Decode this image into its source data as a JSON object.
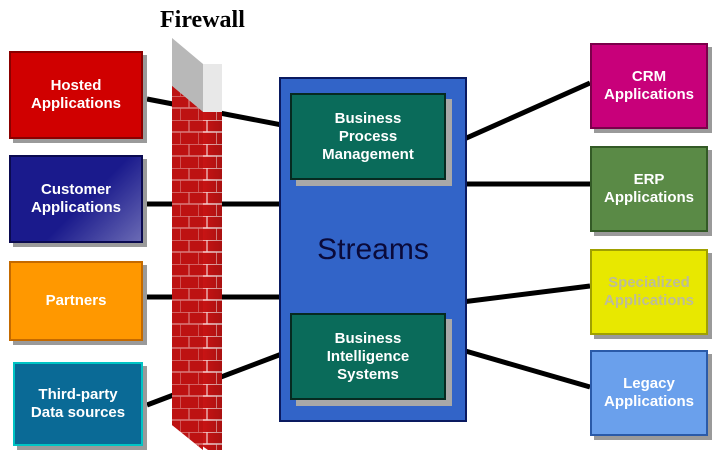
{
  "title": "Firewall",
  "hub": {
    "label": "Streams",
    "modules": [
      "Business\nProcess\nManagement",
      "Business\nIntelligence\nSystems"
    ]
  },
  "left_sources": [
    {
      "label": "Hosted\nApplications",
      "color": "#d00000"
    },
    {
      "label": "Customer\nApplications",
      "color": "#1a1a8c"
    },
    {
      "label": "Partners",
      "color": "#ff9800"
    },
    {
      "label": "Third-party\nData sources",
      "color": "#0a6a96"
    }
  ],
  "right_targets": [
    {
      "label": "CRM\nApplications",
      "color": "#c8007a"
    },
    {
      "label": "ERP\nApplications",
      "color": "#5a8a46"
    },
    {
      "label": "Specialized\nApplications",
      "color": "#e8e800",
      "text_color": "#bcbc9a"
    },
    {
      "label": "Legacy\nApplications",
      "color": "#6aa0ec"
    }
  ],
  "colors": {
    "hub": "#3264c8",
    "module": "#0a6b5a",
    "wall_brick": "#c81414",
    "connector": "#000000"
  }
}
